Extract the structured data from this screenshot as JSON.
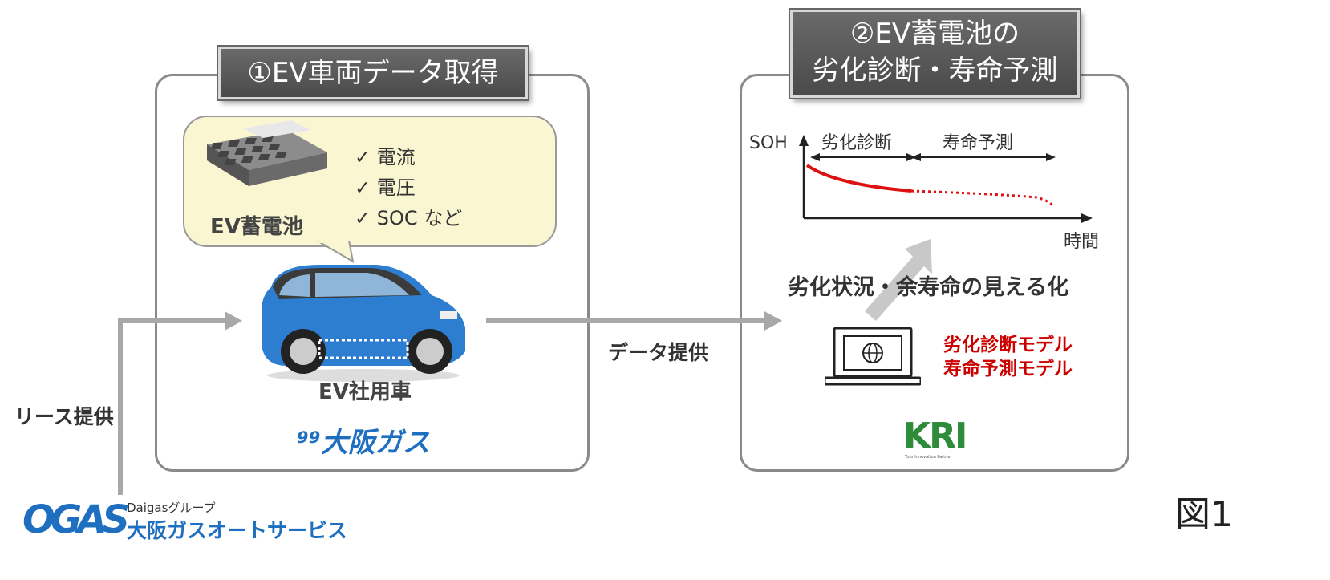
{
  "panel_left": {
    "title": "①EV車両データ取得",
    "battery_label": "EV蓄電池",
    "items": [
      "✓ 電流",
      "✓ 電圧",
      "✓ SOC など"
    ],
    "car_label": "EV社用車",
    "logo_text": "大阪ガス"
  },
  "panel_right": {
    "title_line1": "②EV蓄電池の",
    "title_line2": "劣化診断・寿命予測",
    "y_axis": "SOH",
    "x_axis": "時間",
    "range_diag": "劣化診断",
    "range_pred": "寿命予測",
    "visualize": "劣化状況・余寿命の見える化",
    "model1": "劣化診断モデル",
    "model2": "寿命予測モデル",
    "logo_text": "KRI",
    "logo_tagline": "Your Innovation Partner"
  },
  "flow": {
    "data_provide": "データ提供",
    "lease_provide": "リース提供"
  },
  "bottom_logo": {
    "group": "Daigasグループ",
    "name": "大阪ガスオートサービス",
    "mark": "OGAS"
  },
  "figure_label": "図1",
  "colors": {
    "red": "#cc0000",
    "blue": "#1f6fc0",
    "green": "#2e8b3a",
    "gray_arrow": "#a8a8a8"
  }
}
